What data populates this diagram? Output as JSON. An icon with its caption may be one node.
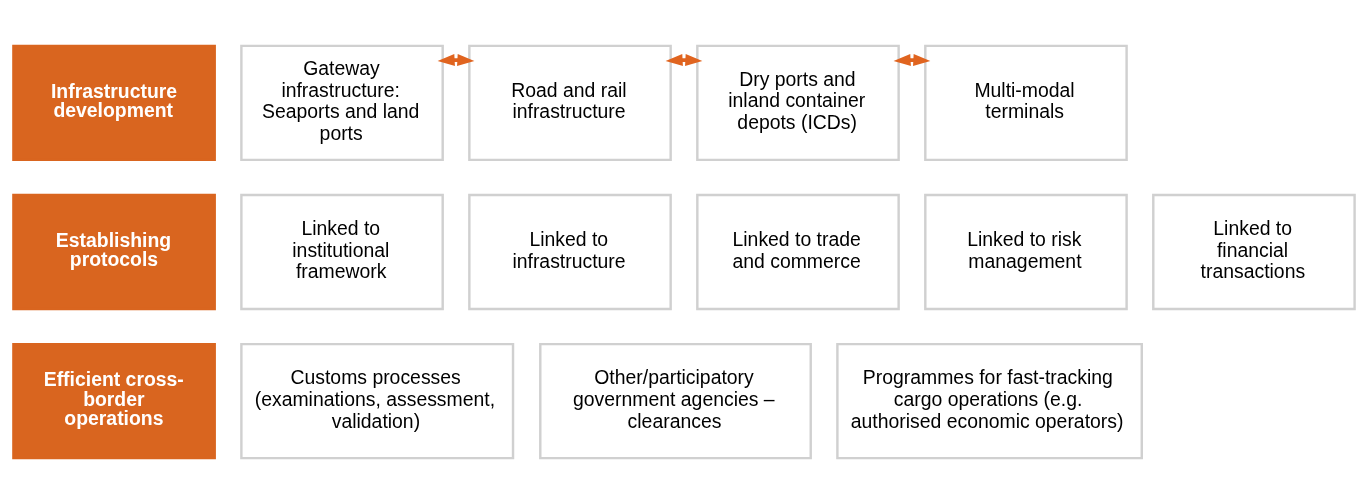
{
  "diagram": {
    "nodes": [
      {
        "text": [
          "Infrastructure development"
        ]
      },
      {
        "text": [
          "Gateway infrastructure: Seaports and land ports"
        ]
      },
      {
        "text": [
          "Road and rail infrastructure"
        ]
      },
      {
        "text": [
          "Dry ports and inland container depots (ICDs)"
        ]
      },
      {
        "text": [
          "Multi-modal terminals"
        ]
      },
      {
        "text": [
          "Establishing protocols"
        ]
      },
      {
        "text": [
          "Linked to institutional framework"
        ]
      },
      {
        "text": [
          "Linked to infrastructure"
        ]
      },
      {
        "text": [
          "Linked to trade and commerce"
        ]
      },
      {
        "text": [
          "Linked to risk management"
        ]
      },
      {
        "text": [
          "Linked to financial transactions"
        ]
      },
      {
        "text": [
          "Efficient cross-border operations"
        ]
      },
      {
        "text": [
          "Customs processes (examinations, assessment, validation)"
        ]
      },
      {
        "text": [
          "Other/participatory government agencies – clearances"
        ]
      },
      {
        "text": [
          "Programmes for fast-tracking cargo operations (e.g. authorised economic operators)"
        ]
      }
    ],
    "edges": [
      {
        "from": 1,
        "to": 2,
        "arrow": "both"
      },
      {
        "from": 2,
        "to": 3,
        "arrow": "both"
      },
      {
        "from": 3,
        "to": 4,
        "arrow": "both"
      }
    ]
  }
}
